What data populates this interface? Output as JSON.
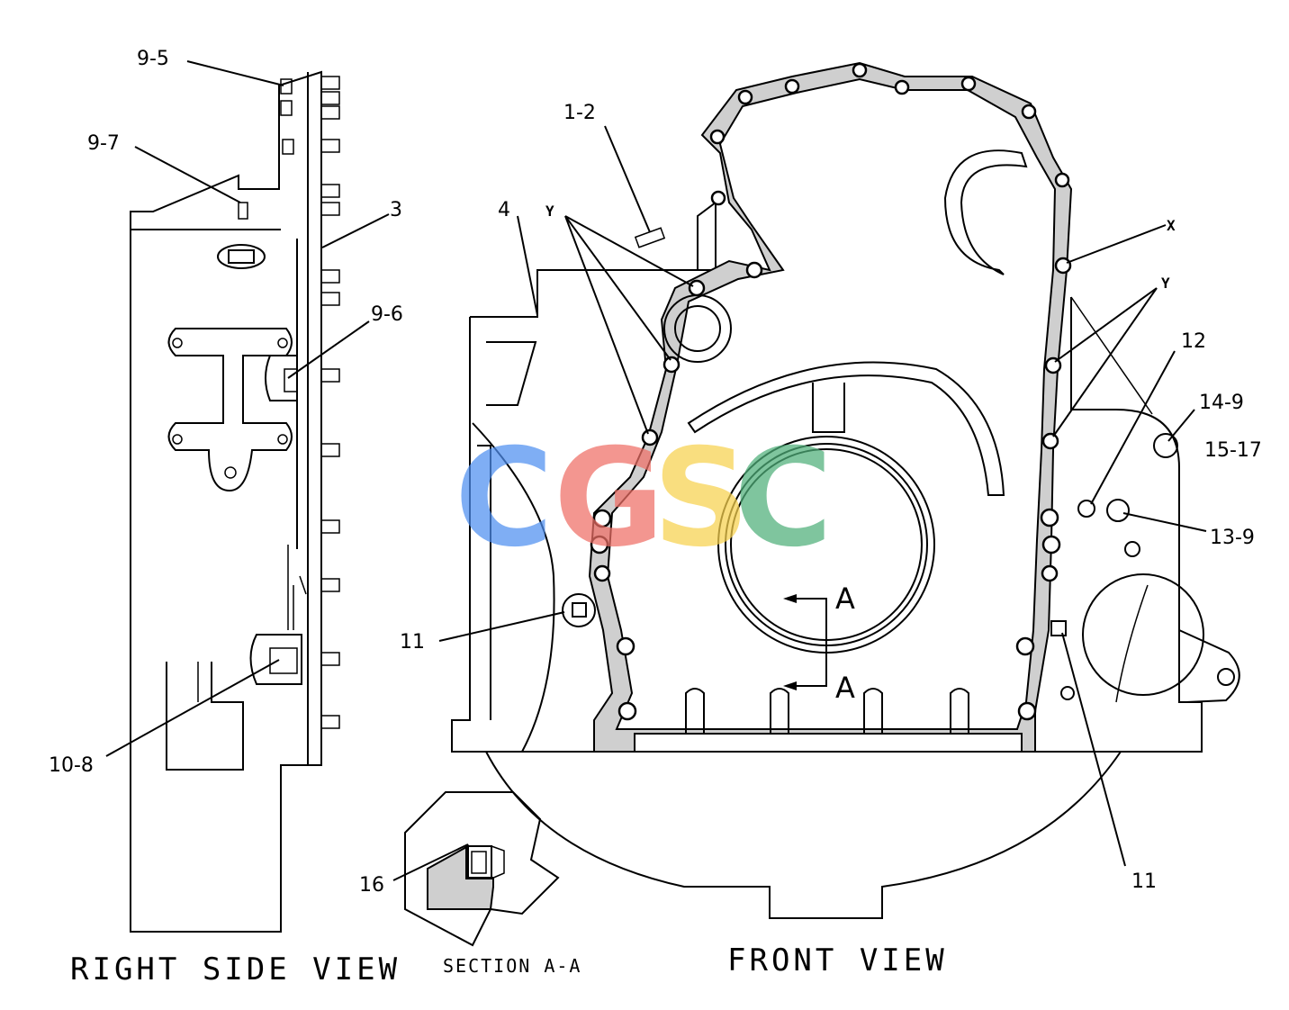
{
  "titles": {
    "right_side_view": "RIGHT SIDE VIEW",
    "section_aa": "SECTION A-A",
    "front_view": "FRONT VIEW"
  },
  "section_marks": {
    "top": "A",
    "bottom": "A"
  },
  "callouts": {
    "c9_5": "9-5",
    "c9_7": "9-7",
    "c3": "3",
    "c9_6": "9-6",
    "c10_8": "10-8",
    "c1_2": "1-2",
    "c4": "4",
    "y_left": "Y",
    "x": "X",
    "y_right": "Y",
    "c12": "12",
    "c14_9": "14-9",
    "c15_17": "15-17",
    "c13_9": "13-9",
    "c11_left": "11",
    "c11_right": "11",
    "c16": "16"
  },
  "watermark": {
    "letters": [
      "C",
      "G",
      "S",
      "C"
    ],
    "colors": [
      "#4f8ff0",
      "#ef6f66",
      "#f8d24e",
      "#4fb07a"
    ]
  },
  "colors": {
    "ink": "#000000",
    "gasket_fill": "#cfcfcf",
    "background": "#ffffff"
  }
}
